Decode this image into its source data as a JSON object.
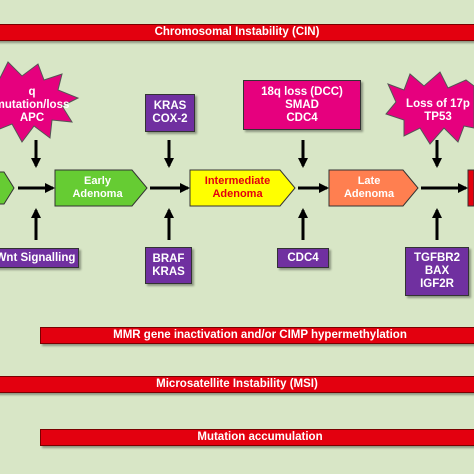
{
  "bars": {
    "cin": "Chromosomal Instability (CIN)",
    "mmr": "MMR gene inactivation and/or CIMP hypermethylation",
    "msi": "Microsatellite Instability (MSI)",
    "mutation": "Mutation accumulation"
  },
  "bursts": {
    "left": [
      "q mutation/loss",
      "APC"
    ],
    "right": [
      "Loss of 17p",
      "TP53"
    ]
  },
  "stages": {
    "early": [
      "Early",
      "Adenoma"
    ],
    "intermediate": [
      "Intermediate",
      "Adenoma"
    ],
    "late": [
      "Late",
      "Adenoma"
    ]
  },
  "top_boxes": {
    "kras_cox2": [
      "KRAS",
      "COX-2"
    ],
    "dcc_smad_cdc4": [
      "18q loss (DCC)",
      "SMAD",
      "CDC4"
    ]
  },
  "bottom_boxes": {
    "wnt": "Wnt Signalling",
    "braf_kras": [
      "BRAF",
      "KRAS"
    ],
    "cdc4": "CDC4",
    "tgfbr2_bax_igf2r": [
      "TGFBR2",
      "BAX",
      "IGF2R"
    ]
  },
  "colors": {
    "background": "#d8e6c6",
    "bar": "#e3000f",
    "purple": "#7030a0",
    "magenta": "#e6007e",
    "early_stage": "#66cc33",
    "intermediate_stage": "#ffff00",
    "late_stage": "#ff7f50",
    "arrow": "#000000"
  }
}
